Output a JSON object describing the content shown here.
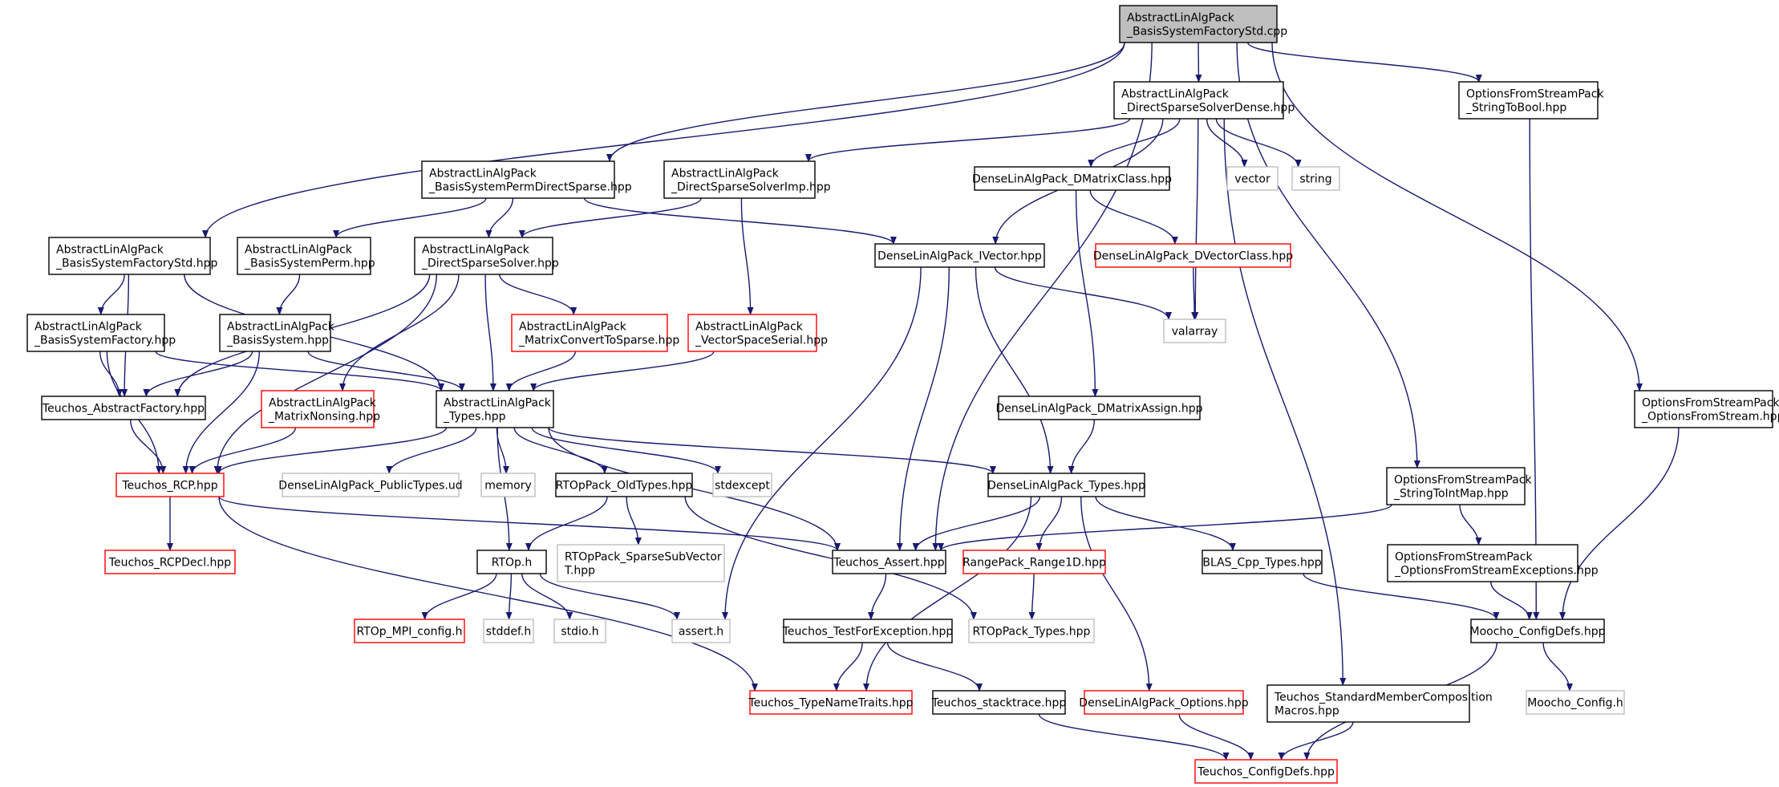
{
  "diagram": {
    "nodes": [
      {
        "id": "root",
        "lines": [
          "AbstractLinAlgPack",
          "_BasisSystemFactoryStd.cpp"
        ],
        "style": "root"
      },
      {
        "id": "dssd",
        "lines": [
          "AbstractLinAlgPack",
          "_DirectSparseSolverDense.hpp"
        ],
        "style": "black"
      },
      {
        "id": "ofs_stb",
        "lines": [
          "OptionsFromStreamPack",
          "_StringToBool.hpp"
        ],
        "style": "black"
      },
      {
        "id": "bspds",
        "lines": [
          "AbstractLinAlgPack",
          "_BasisSystemPermDirectSparse.hpp"
        ],
        "style": "black"
      },
      {
        "id": "dssi",
        "lines": [
          "AbstractLinAlgPack",
          "_DirectSparseSolverImp.hpp"
        ],
        "style": "black"
      },
      {
        "id": "dmc",
        "lines": [
          "DenseLinAlgPack_DMatrixClass.hpp"
        ],
        "style": "black"
      },
      {
        "id": "vector",
        "lines": [
          "vector"
        ],
        "style": "gray"
      },
      {
        "id": "string",
        "lines": [
          "string"
        ],
        "style": "gray"
      },
      {
        "id": "bsfs",
        "lines": [
          "AbstractLinAlgPack",
          "_BasisSystemFactoryStd.hpp"
        ],
        "style": "black"
      },
      {
        "id": "bsp",
        "lines": [
          "AbstractLinAlgPack",
          "_BasisSystemPerm.hpp"
        ],
        "style": "black"
      },
      {
        "id": "dss",
        "lines": [
          "AbstractLinAlgPack",
          "_DirectSparseSolver.hpp"
        ],
        "style": "black"
      },
      {
        "id": "ivec",
        "lines": [
          "DenseLinAlgPack_IVector.hpp"
        ],
        "style": "black"
      },
      {
        "id": "dvc",
        "lines": [
          "DenseLinAlgPack_DVectorClass.hpp"
        ],
        "style": "red"
      },
      {
        "id": "bsf",
        "lines": [
          "AbstractLinAlgPack",
          "_BasisSystemFactory.hpp"
        ],
        "style": "black"
      },
      {
        "id": "bs",
        "lines": [
          "AbstractLinAlgPack",
          "_BasisSystem.hpp"
        ],
        "style": "black"
      },
      {
        "id": "mcts",
        "lines": [
          "AbstractLinAlgPack",
          "_MatrixConvertToSparse.hpp"
        ],
        "style": "red"
      },
      {
        "id": "vss",
        "lines": [
          "AbstractLinAlgPack",
          "_VectorSpaceSerial.hpp"
        ],
        "style": "red"
      },
      {
        "id": "valarray",
        "lines": [
          "valarray"
        ],
        "style": "gray"
      },
      {
        "id": "absfact",
        "lines": [
          "Teuchos_AbstractFactory.hpp"
        ],
        "style": "black"
      },
      {
        "id": "mn",
        "lines": [
          "AbstractLinAlgPack",
          "_MatrixNonsing.hpp"
        ],
        "style": "red"
      },
      {
        "id": "types",
        "lines": [
          "AbstractLinAlgPack",
          "_Types.hpp"
        ],
        "style": "black"
      },
      {
        "id": "dma",
        "lines": [
          "DenseLinAlgPack_DMatrixAssign.hpp"
        ],
        "style": "black"
      },
      {
        "id": "ofs_ofs",
        "lines": [
          "OptionsFromStreamPack",
          "_OptionsFromStream.hpp"
        ],
        "style": "black"
      },
      {
        "id": "rcp",
        "lines": [
          "Teuchos_RCP.hpp"
        ],
        "style": "red"
      },
      {
        "id": "dlpt",
        "lines": [
          "DenseLinAlgPack_PublicTypes.ud"
        ],
        "style": "gray"
      },
      {
        "id": "memory",
        "lines": [
          "memory"
        ],
        "style": "gray"
      },
      {
        "id": "ot",
        "lines": [
          "RTOpPack_OldTypes.hpp"
        ],
        "style": "black"
      },
      {
        "id": "stdexcept",
        "lines": [
          "stdexcept"
        ],
        "style": "gray"
      },
      {
        "id": "dtypes",
        "lines": [
          "DenseLinAlgPack_Types.hpp"
        ],
        "style": "black"
      },
      {
        "id": "ofs_stim",
        "lines": [
          "OptionsFromStreamPack",
          "_StringToIntMap.hpp"
        ],
        "style": "black"
      },
      {
        "id": "rcpdecl",
        "lines": [
          "Teuchos_RCPDecl.hpp"
        ],
        "style": "red"
      },
      {
        "id": "rtoph",
        "lines": [
          "RTOp.h"
        ],
        "style": "black"
      },
      {
        "id": "ssv",
        "lines": [
          "RTOpPack_SparseSubVector",
          "T.hpp"
        ],
        "style": "gray"
      },
      {
        "id": "assert",
        "lines": [
          "Teuchos_Assert.hpp"
        ],
        "style": "black"
      },
      {
        "id": "r1d",
        "lines": [
          "RangePack_Range1D.hpp"
        ],
        "style": "red"
      },
      {
        "id": "blas",
        "lines": [
          "BLAS_Cpp_Types.hpp"
        ],
        "style": "black"
      },
      {
        "id": "ofs_ofse",
        "lines": [
          "OptionsFromStreamPack",
          "_OptionsFromStreamExceptions.hpp"
        ],
        "style": "black"
      },
      {
        "id": "mpi",
        "lines": [
          "RTOp_MPI_config.h"
        ],
        "style": "red"
      },
      {
        "id": "stddef",
        "lines": [
          "stddef.h"
        ],
        "style": "gray"
      },
      {
        "id": "stdio",
        "lines": [
          "stdio.h"
        ],
        "style": "gray"
      },
      {
        "id": "asserth",
        "lines": [
          "assert.h"
        ],
        "style": "gray"
      },
      {
        "id": "tfe",
        "lines": [
          "Teuchos_TestForException.hpp"
        ],
        "style": "black"
      },
      {
        "id": "rtptypes",
        "lines": [
          "RTOpPack_Types.hpp"
        ],
        "style": "gray"
      },
      {
        "id": "mcd",
        "lines": [
          "Moocho_ConfigDefs.hpp"
        ],
        "style": "black"
      },
      {
        "id": "tnt",
        "lines": [
          "Teuchos_TypeNameTraits.hpp"
        ],
        "style": "red"
      },
      {
        "id": "stack",
        "lines": [
          "Teuchos_stacktrace.hpp"
        ],
        "style": "black"
      },
      {
        "id": "dopt",
        "lines": [
          "DenseLinAlgPack_Options.hpp"
        ],
        "style": "red"
      },
      {
        "id": "smc",
        "lines": [
          "Teuchos_StandardMemberComposition",
          "Macros.hpp"
        ],
        "style": "black"
      },
      {
        "id": "mconf",
        "lines": [
          "Moocho_Config.h"
        ],
        "style": "gray"
      },
      {
        "id": "tcd",
        "lines": [
          "Teuchos_ConfigDefs.hpp"
        ],
        "style": "red"
      }
    ]
  }
}
